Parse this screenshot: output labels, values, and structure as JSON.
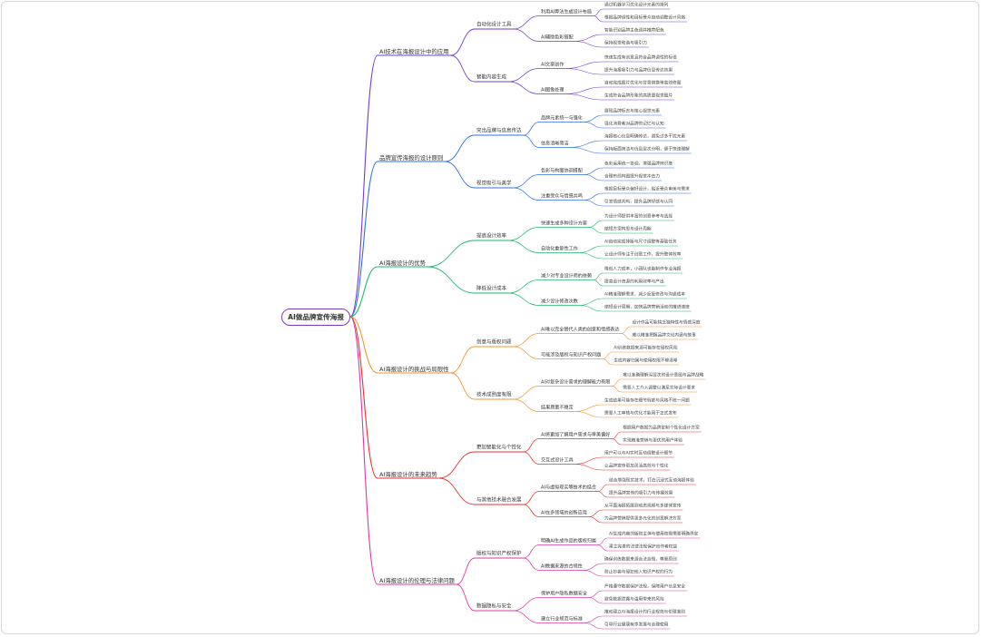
{
  "root": "AI做品牌宣传海报",
  "branches": [
    {
      "label": "AI技术在海报设计中的应用",
      "color": "#6f3bd6",
      "children": [
        {
          "label": "自动化设计工具",
          "children": [
            {
              "label": "利用AI算法生成设计布局",
              "children": [
                "通过机器学习优化设计元素的排列",
                "根据品牌调性和目标受众自动调整设计风格"
              ]
            },
            {
              "label": "AI辅助色彩搭配",
              "children": [
                "智能识别品牌主色调并推荐配色",
                "保持视觉和谐与吸引力"
              ]
            }
          ]
        },
        {
          "label": "智能内容生成",
          "children": [
            {
              "label": "AI文案创作",
              "children": [
                "快速生成有创意且符合品牌调性的标语",
                "提升海报吸引力与品牌信息传达效果"
              ]
            },
            {
              "label": "AI图像处理",
              "children": [
                "自动完成图片优化与背景替换等高效修图",
                "生成符合品牌形象的高质量视觉图片"
              ]
            }
          ]
        }
      ]
    },
    {
      "label": "品牌宣传海报的设计原则",
      "color": "#2f6fe0",
      "children": [
        {
          "label": "突出品牌与信息传达",
          "children": [
            {
              "label": "品牌元素统一与强化",
              "children": [
                "展现品牌标志与核心视觉元素",
                "强化消费者对品牌的记忆与认知"
              ]
            },
            {
              "label": "信息清晰简洁",
              "children": [
                "海报核心信息明确传达，避免过多干扰元素",
                "保持版面简洁与信息层次分明，便于快速理解"
              ]
            }
          ]
        },
        {
          "label": "视觉吸引与美学",
          "children": [
            {
              "label": "色彩与构图协调搭配",
              "children": [
                "色彩运用统一协调，增强品牌辨识度",
                "合理布局构图提升视觉冲击力"
              ]
            },
            {
              "label": "注重受众与情感共鸣",
              "children": [
                "根据目标受众偏好设计，贴近受众审美与需求",
                "引发情感共鸣，提升品牌好感与认同"
              ]
            }
          ]
        }
      ]
    },
    {
      "label": "AI海报设计的优势",
      "color": "#1db86a",
      "children": [
        {
          "label": "提高设计效率",
          "children": [
            {
              "label": "快速生成多种设计方案",
              "children": [
                "为设计师提供丰富的创意参考与选择",
                "缩短方案构思与设计周期"
              ]
            },
            {
              "label": "自动化重复性工作",
              "children": [
                "AI自动完成排版与尺寸调整等基础任务",
                "让设计师专注于创意工作，提升整体效率"
              ]
            }
          ]
        },
        {
          "label": "降低设计成本",
          "children": [
            {
              "label": "减少对专业设计师的依赖",
              "children": [
                "降低人力成本，小团队也能制作专业海报",
                "提高设计资源的利用效率与产出"
              ]
            },
            {
              "label": "减少设计修改次数",
              "children": [
                "AI精准理解需求，减少反复修改与沟通成本",
                "缩短设计周期，加快品牌营销活动的推进速度"
              ]
            }
          ]
        }
      ]
    },
    {
      "label": "AI海报设计的挑战与局限性",
      "color": "#f0962c",
      "children": [
        {
          "label": "创意与版权问题",
          "children": [
            {
              "label": "AI难以完全替代人类的创意和情感表达",
              "children": [
                "设计作品可能缺乏独特性与情感深度",
                "难以精准把握品牌文化内涵与故事"
              ]
            },
            {
              "label": "可能涉及版权与知识产权问题",
              "children": [
                "AI训练数据来源可能存在侵权风险",
                "生成内容归属与使用权限不够清晰"
              ]
            }
          ]
        },
        {
          "label": "技术成熟度有限",
          "children": [
            {
              "label": "AI对复杂设计需求的理解能力有限",
              "children": [
                "难以准确理解深层次的设计意图与品牌战略",
                "需要人工介入调整以满足实际设计要求"
              ]
            },
            {
              "label": "结果质量不稳定",
              "children": [
                "生成结果可能存在细节瑕疵与风格不统一问题",
                "需要人工审核与优化才能用于正式发布"
              ]
            }
          ]
        }
      ]
    },
    {
      "label": "AI海报设计的未来趋势",
      "color": "#e5322d",
      "children": [
        {
          "label": "更加智能化与个性化",
          "children": [
            {
              "label": "AI将更加了解用户需求与审美偏好",
              "children": [
                "根据用户数据为品牌定制个性化设计方案",
                "实现精准营销与更优的用户体验"
              ]
            },
            {
              "label": "交互式设计工具",
              "children": [
                "用户可以与AI实时互动调整设计细节",
                "让品牌宣传更加灵活高效与个性化"
              ]
            }
          ]
        },
        {
          "label": "与其他技术融合发展",
          "children": [
            {
              "label": "AI与虚拟现实等技术的结合",
              "children": [
                "结合增强现实技术，打造沉浸式互动海报体验",
                "提升品牌宣传的吸引力与传播效果"
              ]
            },
            {
              "label": "AI在多领域的创新应用",
              "children": [
                "从平面海报拓展到动态视频与多媒体宣传",
                "为品牌营销提供更多元化的创意解决方案"
              ]
            }
          ]
        }
      ]
    },
    {
      "label": "AI海报设计的伦理与法律问题",
      "color": "#d83aa6",
      "children": [
        {
          "label": "版权与知识产权保护",
          "children": [
            {
              "label": "明确AI生成作品的版权归属",
              "children": [
                "AI生成内容的版权主体与使用权限需要明确界定",
                "建立完善的法律法规保护创作者权益"
              ]
            },
            {
              "label": "AI数据来源的合规性",
              "children": [
                "确保训练数据来源合法合规，尊重原创",
                "防止抄袭与侵犯他人知识产权的行为"
              ]
            }
          ]
        },
        {
          "label": "数据隐私与安全",
          "children": [
            {
              "label": "保护用户隐私数据安全",
              "children": [
                "严格遵守数据保护法规，保障用户信息安全",
                "避免数据泄露与滥用带来的风险"
              ]
            },
            {
              "label": "建立行业规范与标准",
              "children": [
                "推动建立AI海报设计的行业规范与伦理准则",
                "引导行业健康有序发展与合理使用"
              ]
            }
          ]
        }
      ]
    }
  ]
}
